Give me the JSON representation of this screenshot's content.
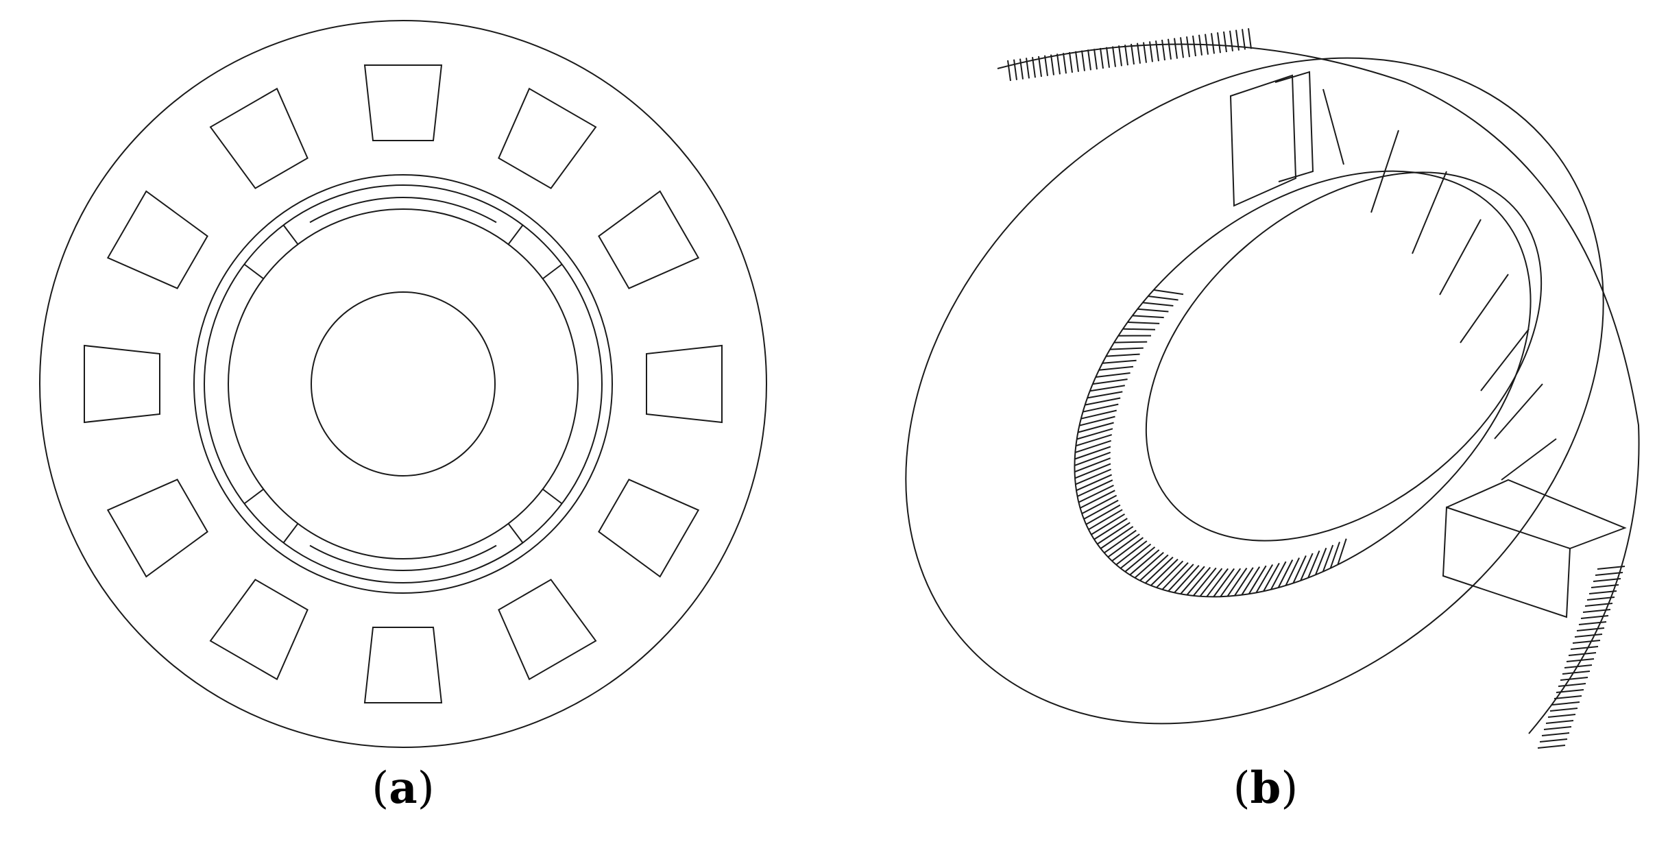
{
  "panels": [
    {
      "id": "a",
      "open_paren": "(",
      "letter": "a",
      "close_paren": ")"
    },
    {
      "id": "b",
      "open_paren": "(",
      "letter": "b",
      "close_paren": ")"
    }
  ],
  "colors": {
    "line": "#1a1a1a",
    "background": "#ffffff"
  },
  "panel_a": {
    "stator_slots": 12,
    "magnet_segments": 4
  },
  "panel_b": {
    "inner_teeth": 80
  }
}
